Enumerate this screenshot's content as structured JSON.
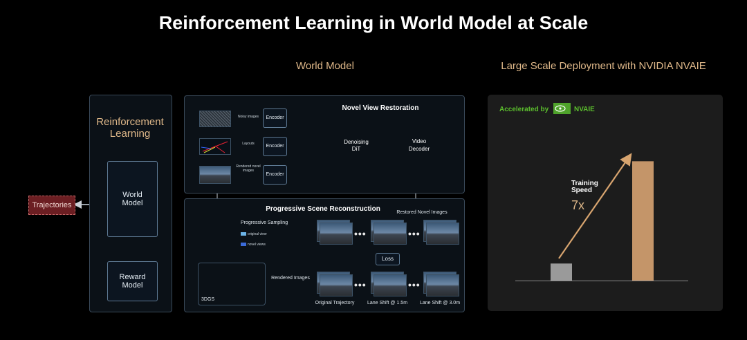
{
  "title": "Reinforcement Learning in World Model at Scale",
  "world_model_heading": "World Model",
  "deployment_heading": "Large Scale Deployment with NVIDIA NVAIE",
  "rl": {
    "label": "Reinforcement Learning",
    "world_model": "World Model",
    "reward_model": "Reward Model",
    "trajectories": "Trajectories"
  },
  "nvr": {
    "title": "Novel View Restoration",
    "inputs": [
      "Noisy images",
      "Layouts",
      "Rendered novel images"
    ],
    "encoder": "Encoder",
    "dit": "Denoising DiT",
    "decoder": "Video Decoder"
  },
  "psr": {
    "title": "Progressive Scene Reconstruction",
    "sampling": "Progressive Sampling",
    "legend_original": "original view",
    "legend_novel": "novel views",
    "restored": "Restored Novel Images",
    "loss": "Loss",
    "rendered": "Rendered Images",
    "gs": "3DGS",
    "captions": [
      "Original Trajectory",
      "Lane Shift @ 1.5m",
      "Lane Shift @ 3.0m"
    ]
  },
  "deploy": {
    "accelerated_by": "Accelerated by",
    "nvaie": "NVAIE",
    "speed_label": "Training Speed",
    "speed_value": "7x"
  },
  "chart_data": {
    "type": "bar",
    "categories": [
      "",
      ""
    ],
    "values": [
      1,
      7
    ],
    "colors": [
      "#9a9a9a",
      "#c49569"
    ],
    "ylim": [
      0,
      7.5
    ]
  },
  "colors": {
    "accent": "#e0b98a",
    "nvidia_green": "#76b900",
    "panel_border": "#3a4a5a"
  }
}
